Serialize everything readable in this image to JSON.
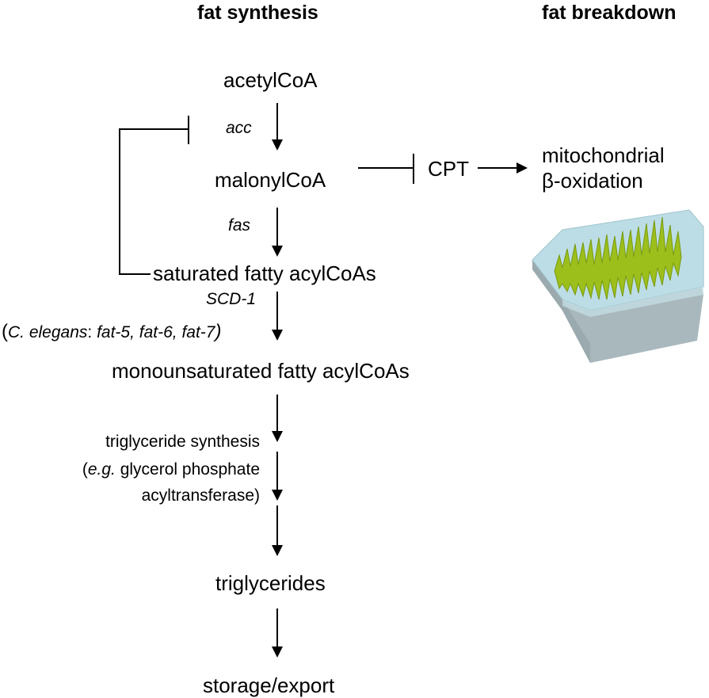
{
  "headers": {
    "synthesis": "fat synthesis",
    "breakdown": "fat breakdown"
  },
  "nodes": {
    "acetylcoa": "acetylCoA",
    "malonylcoa": "malonylCoA",
    "saturated": "saturated fatty acylCoAs",
    "monounsaturated": "monounsaturated fatty acylCoAs",
    "triglycerides": "triglycerides",
    "storage": "storage/export",
    "cpt": "CPT",
    "mito_line1": "mitochondrial",
    "mito_line2": "β-oxidation"
  },
  "enzymes": {
    "acc": "acc",
    "fas": "fas",
    "scd1": "SCD-1",
    "celegans_open": "(",
    "celegans_species": "C. elegans",
    "celegans_colon": ": ",
    "celegans_genes": "fat-5, fat-6, fat-7",
    "celegans_close": ")",
    "tg_line1": "triglyceride synthesis",
    "tg_line2_open": "(",
    "tg_line2_eg": "e.g.",
    "tg_line2_rest": " glycerol phosphate",
    "tg_line3": "acyltransferase)"
  },
  "mitochondrion_icon": {
    "name": "mitochondrion-icon",
    "colors": {
      "membrane_top": "#bcdde6",
      "membrane_side": "#a9b8bc",
      "cristae": "#9cbf1c"
    }
  }
}
